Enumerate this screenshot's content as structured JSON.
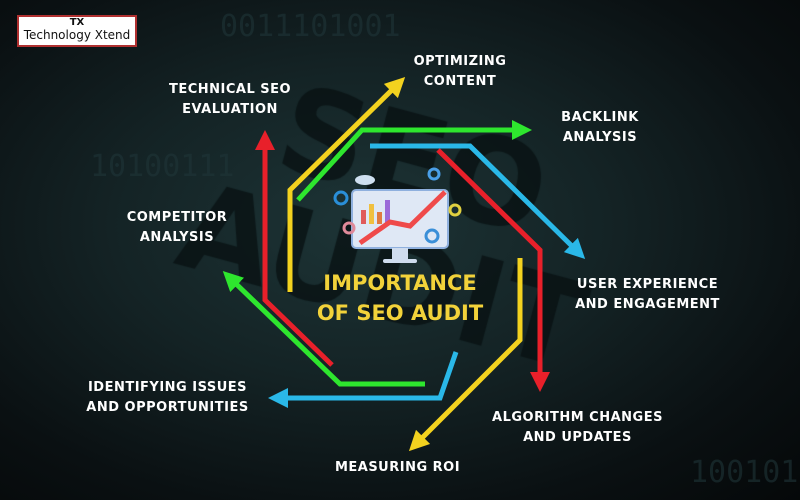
{
  "logo": {
    "mark": "TX",
    "name": "Technology Xtend"
  },
  "background_text": "SEO AUDIT",
  "title_line1": "IMPORTANCE",
  "title_line2": "OF SEO AUDIT",
  "labels": {
    "optimizing_content": [
      "OPTIMIZING",
      "CONTENT"
    ],
    "technical_seo": [
      "TECHNICAL SEO",
      "EVALUATION"
    ],
    "backlink": [
      "BACKLINK",
      "ANALYSIS"
    ],
    "competitor": [
      "COMPETITOR",
      "ANALYSIS"
    ],
    "user_experience": [
      "USER EXPERIENCE",
      "AND ENGAGEMENT"
    ],
    "identifying": [
      "IDENTIFYING ISSUES",
      "AND OPPORTUNITIES"
    ],
    "algorithm": [
      "ALGORITHM CHANGES",
      "AND UPDATES"
    ],
    "roi": [
      "MEASURING ROI"
    ]
  },
  "colors": {
    "red": "#e8202a",
    "yellow": "#f3d21f",
    "green": "#2ee62e",
    "cyan": "#2ab8e8",
    "title": "#f2d23a"
  }
}
